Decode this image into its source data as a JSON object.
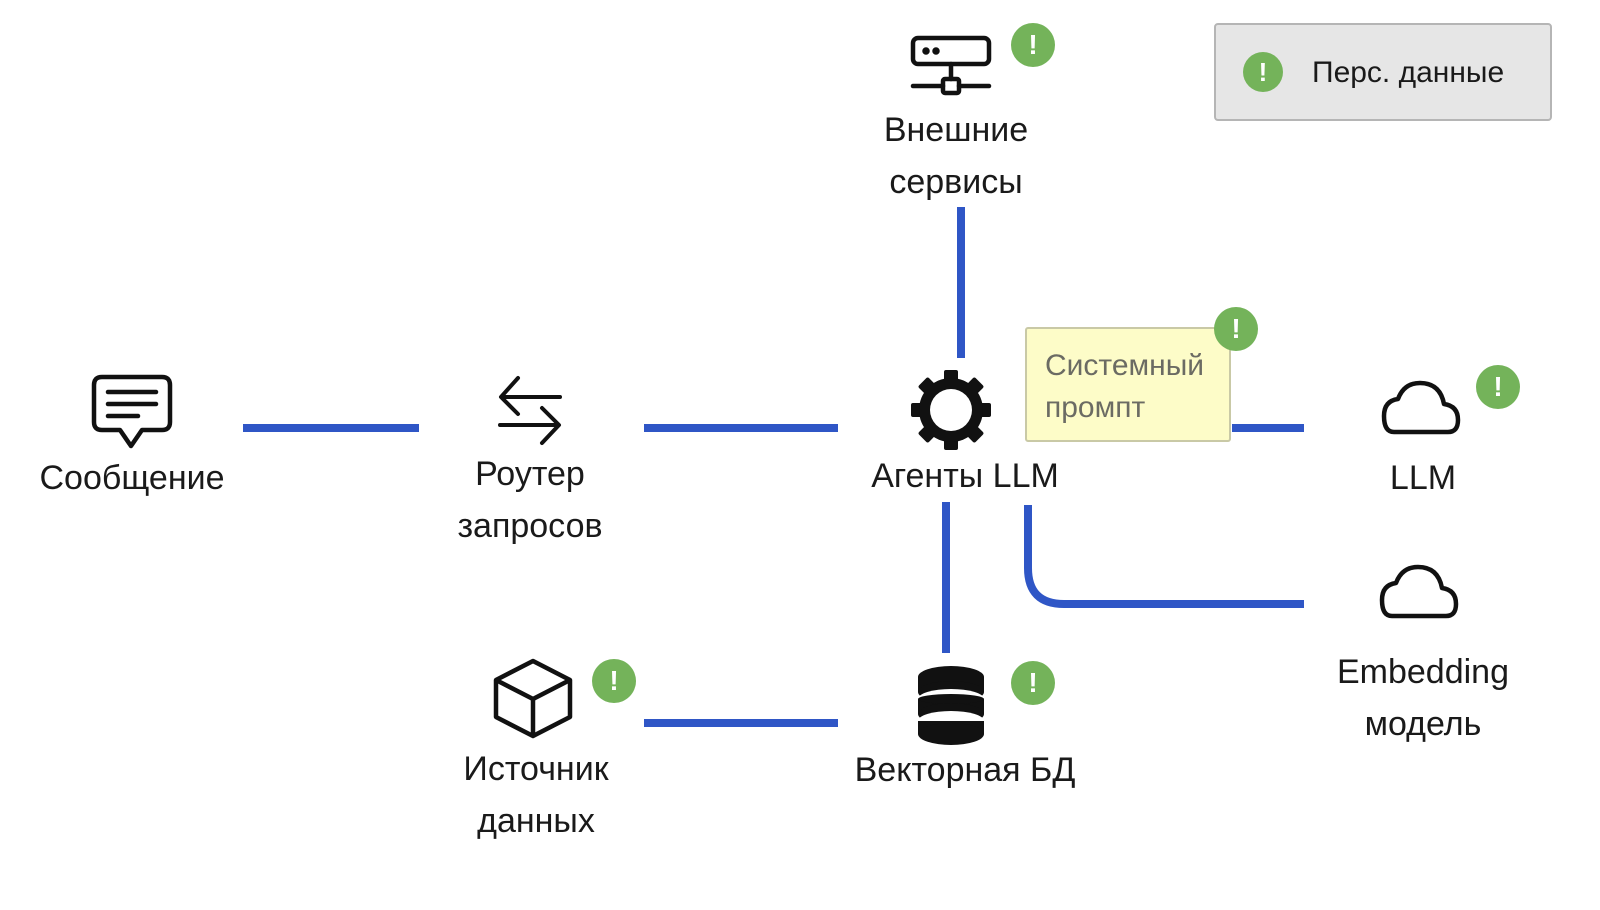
{
  "colors": {
    "connector": "#2f56c6",
    "badge": "#74b35a",
    "legend_bg": "#e6e6e6",
    "note_bg": "#fdfcc8",
    "note_text": "#6b6b63"
  },
  "legend": {
    "badge_symbol": "!",
    "label": "Перс. данные"
  },
  "nodes": {
    "message": {
      "icon": "chat-bubble-icon",
      "label_lines": [
        "Сообщение"
      ]
    },
    "router": {
      "icon": "swap-arrows-icon",
      "label_lines": [
        "Роутер",
        "запросов"
      ]
    },
    "agents": {
      "icon": "gear-icon",
      "label_lines": [
        "Агенты LLM"
      ]
    },
    "external_services": {
      "icon": "server-icon",
      "label_lines": [
        "Внешние",
        "сервисы"
      ],
      "badge": "!"
    },
    "llm": {
      "icon": "cloud-icon",
      "label_lines": [
        "LLM"
      ],
      "badge": "!"
    },
    "embedding_model": {
      "icon": "cloud-icon",
      "label_lines": [
        "Embedding",
        "модель"
      ]
    },
    "vector_db": {
      "icon": "database-icon",
      "label_lines": [
        "Векторная БД"
      ],
      "badge": "!"
    },
    "data_source": {
      "icon": "cube-icon",
      "label_lines": [
        "Источник",
        "данных"
      ],
      "badge": "!"
    }
  },
  "system_prompt_note": {
    "lines": [
      "Системный",
      "промпт"
    ],
    "badge": "!"
  }
}
